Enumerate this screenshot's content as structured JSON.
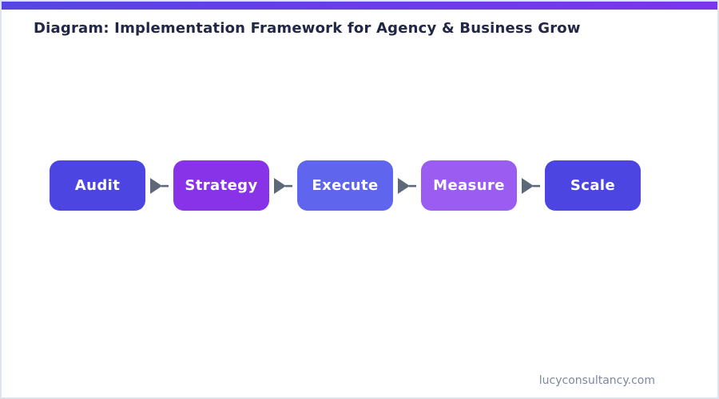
{
  "page": {
    "title": "Diagram: Implementation Framework for Agency & Business Grow",
    "watermark": "lucyconsultancy.com"
  },
  "diagram": {
    "type": "flow",
    "steps": [
      {
        "label": "Audit",
        "color": "#4d45e2"
      },
      {
        "label": "Strategy",
        "color": "#8833e8"
      },
      {
        "label": "Execute",
        "color": "#5f66ed"
      },
      {
        "label": "Measure",
        "color": "#9b5cf2"
      },
      {
        "label": "Scale",
        "color": "#4d45e2"
      }
    ],
    "arrow_color": "#5d6878",
    "accent_gradient": [
      "#5646e1",
      "#7c35ea"
    ],
    "title_color": "#222745",
    "frame_border_color": "#dde3ef"
  }
}
